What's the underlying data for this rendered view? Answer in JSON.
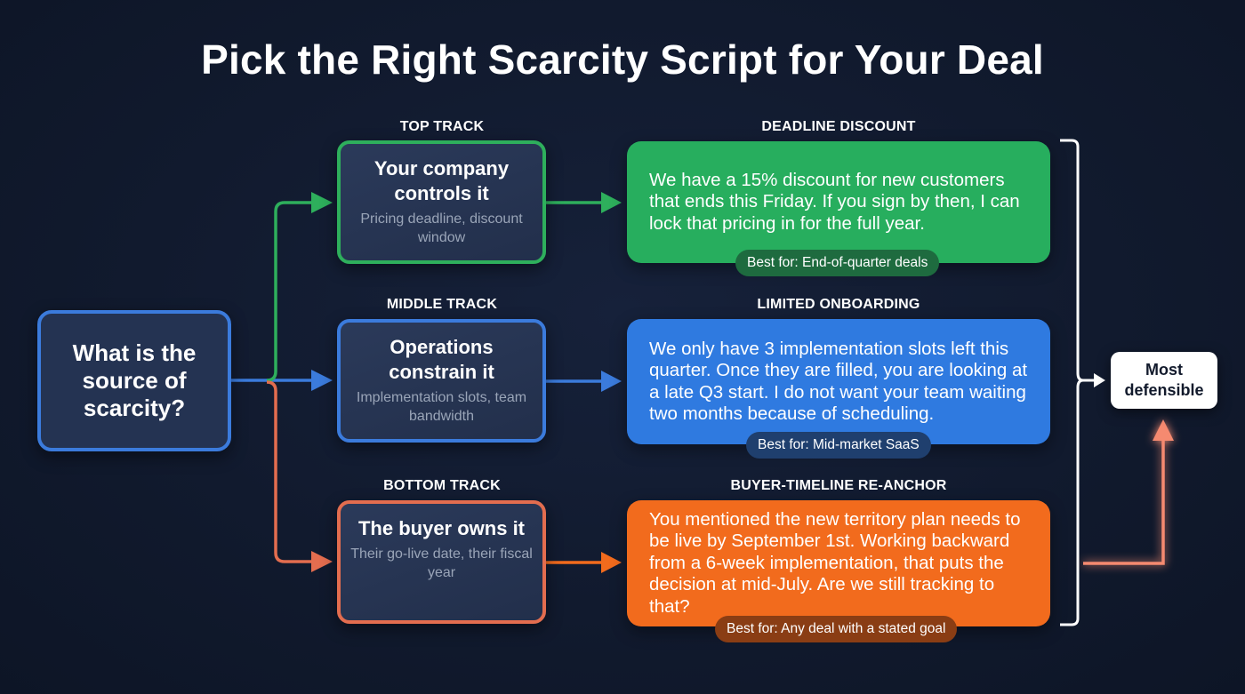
{
  "title": "Pick the Right Scarcity Script for Your Deal",
  "colors": {
    "background": "#111a2e",
    "top": "#2eaf5c",
    "middle": "#3b7bdc",
    "bottom": "#e36d4f",
    "top_script": "#27ae5e",
    "middle_script": "#2f7ae0",
    "bottom_script": "#f26b1d"
  },
  "question": {
    "text": "What is the source of scarcity?"
  },
  "tracks": [
    {
      "label": "TOP TRACK",
      "head": "Your company controls it",
      "sub": "Pricing deadline, discount window"
    },
    {
      "label": "MIDDLE TRACK",
      "head": "Operations constrain it",
      "sub": "Implementation slots, team bandwidth"
    },
    {
      "label": "BOTTOM TRACK",
      "head": "The buyer owns it",
      "sub": "Their go-live date, their fiscal year"
    }
  ],
  "scripts": [
    {
      "label": "DEADLINE DISCOUNT",
      "text": "We have a 15% discount for new customers that ends this Friday. If you sign by then, I can lock that pricing in for the full year.",
      "best_for": "Best for: End-of-quarter deals"
    },
    {
      "label": "LIMITED ONBOARDING",
      "text": "We only have 3 implementation slots left this quarter. Once they are filled, you are looking at a late Q3 start. I do not want your team waiting two months because of scheduling.",
      "best_for": "Best for: Mid-market SaaS"
    },
    {
      "label": "BUYER-TIMELINE RE-ANCHOR",
      "text": "You mentioned the new territory plan needs to be live by September 1st. Working backward from a 6-week implementation, that puts the decision at mid-July. Are we still tracking to that?",
      "best_for": "Best for: Any deal with a stated goal"
    }
  ],
  "result": {
    "text": "Most defensible"
  }
}
